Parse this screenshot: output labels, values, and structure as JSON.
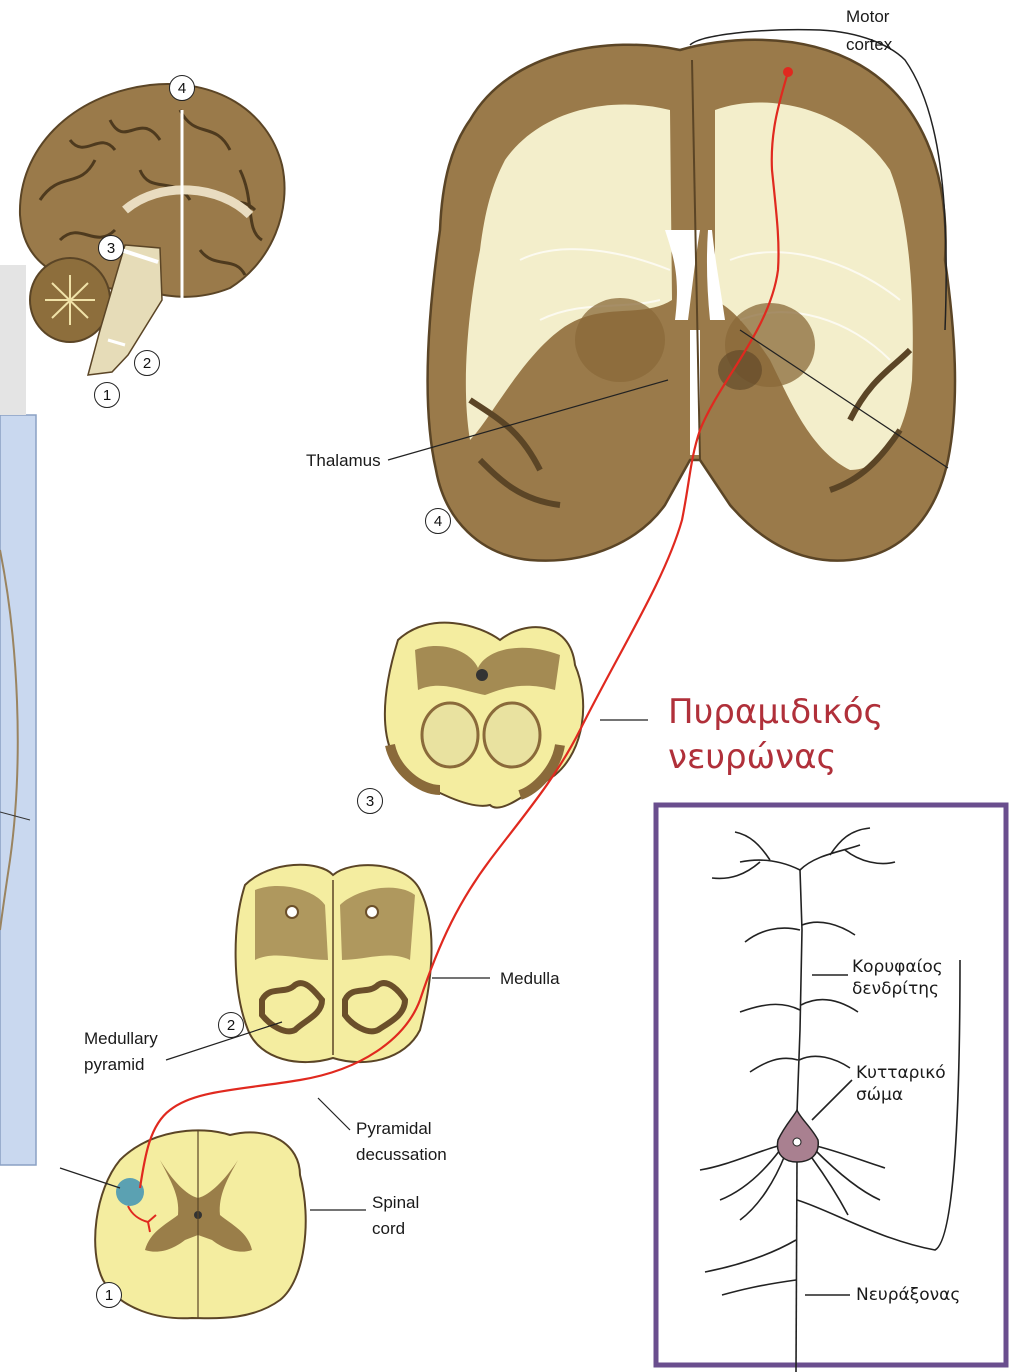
{
  "labels": {
    "motor_cortex_line1": "Motor",
    "motor_cortex_line2": "cortex",
    "thalamus": "Thalamus",
    "medulla": "Medulla",
    "medullary_pyramid_line1": "Medullary",
    "medullary_pyramid_line2": "pyramid",
    "pyramidal_decussation_line1": "Pyramidal",
    "pyramidal_decussation_line2": "decussation",
    "spinal_cord_line1": "Spinal",
    "spinal_cord_line2": "cord"
  },
  "section_numbers": {
    "n1": "1",
    "n2": "2",
    "n3": "3",
    "n4": "4"
  },
  "neuron_panel": {
    "title_line1": "Πυραμιδικός",
    "title_line2": "νευρώνας",
    "apical_dendrite_line1": "Κορυφαίος",
    "apical_dendrite_line2": "δενδρίτης",
    "cell_body_line1": "Κυτταρικό",
    "cell_body_line2": "σώμα",
    "axon": "Νευράξονας"
  },
  "colors": {
    "tract": "#e0291f",
    "brain_tan": "#9a7a4a",
    "white_matter": "#f3eecb",
    "spinal_yellow": "#f4eda0",
    "panel_border": "#6a4e8e",
    "greek_title": "#b0303a",
    "side_panel": "#c9d8ef"
  }
}
